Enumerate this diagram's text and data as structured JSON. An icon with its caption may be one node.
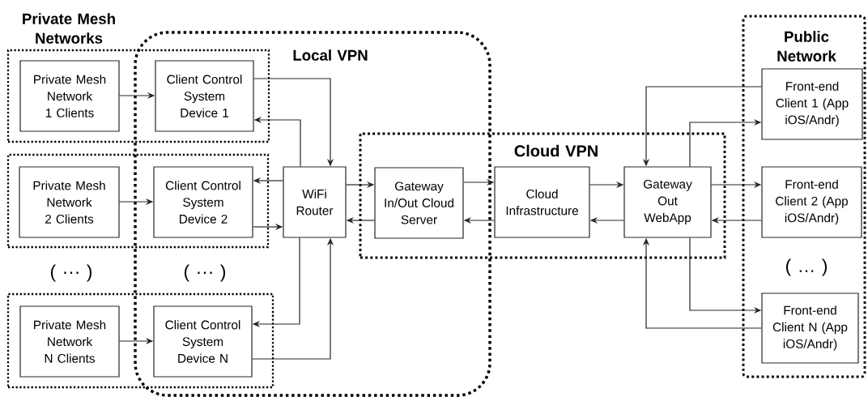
{
  "diagram": {
    "nodes": [
      {
        "text": [
          "Local VPN"
        ]
      },
      {
        "text": [],
        "shape": "box"
      },
      {
        "text": [],
        "shape": "box"
      },
      {
        "text": [],
        "shape": "box"
      },
      {
        "text": [
          "Private Mesh Network 1 Clients"
        ],
        "in": 1
      },
      {
        "text": [
          "Client Control System Device 1"
        ]
      },
      {
        "text": [
          "Private Mesh Network 2 Clients"
        ],
        "in": 2
      },
      {
        "text": [
          "Client Control System Device 2"
        ]
      },
      {
        "text": [
          "Private Mesh Network N Clients"
        ],
        "in": 3
      },
      {
        "text": [
          "Client Control System Device N"
        ]
      },
      {
        "text": [
          "WiFi Router"
        ],
        "in": 0
      },
      {
        "text": [
          "Cloud VPN"
        ]
      },
      {
        "text": [
          "Gateway In/Out Cloud Server"
        ]
      },
      {
        "text": [
          "Cloud Infrastructure"
        ],
        "in": 11
      },
      {
        "text": [
          "Gateway Out WebApp"
        ],
        "in": 11
      },
      {
        "text": [
          "Public Network"
        ]
      },
      {
        "text": [
          "Front-end Client 1 (App iOS/Andr)"
        ],
        "in": 15
      },
      {
        "text": [
          "Front-end Client 2 (App iOS/Andr)"
        ],
        "in": 15
      },
      {
        "text": [
          "Front-end Client N (App iOS/Andr)"
        ],
        "in": 15
      }
    ],
    "edges": [
      {
        "from": 4,
        "to": 5,
        "arrow": "to"
      },
      {
        "from": 6,
        "to": 7,
        "arrow": "to"
      },
      {
        "from": 8,
        "to": 9,
        "arrow": "to"
      },
      {
        "from": 5,
        "to": 10,
        "arrow": "to"
      },
      {
        "from": 10,
        "to": 5,
        "arrow": "to"
      },
      {
        "from": 10,
        "to": 7,
        "arrow": "to"
      },
      {
        "from": 7,
        "to": 10,
        "arrow": "to"
      },
      {
        "from": 10,
        "to": 9,
        "arrow": "to"
      },
      {
        "from": 9,
        "to": 10,
        "arrow": "to"
      },
      {
        "from": 10,
        "to": 12,
        "arrow": "to"
      },
      {
        "from": 12,
        "to": 10,
        "arrow": "to"
      },
      {
        "from": 12,
        "to": 13,
        "arrow": "to"
      },
      {
        "from": 13,
        "to": 12,
        "arrow": "to"
      },
      {
        "from": 13,
        "to": 14,
        "arrow": "to"
      },
      {
        "from": 14,
        "to": 13,
        "arrow": "to"
      },
      {
        "from": 16,
        "to": 14,
        "arrow": "to"
      },
      {
        "from": 14,
        "to": 16,
        "arrow": "to"
      },
      {
        "from": 14,
        "to": 17,
        "arrow": "to"
      },
      {
        "from": 17,
        "to": 14,
        "arrow": "to"
      },
      {
        "from": 14,
        "to": 18,
        "arrow": "to"
      },
      {
        "from": 18,
        "to": 14,
        "arrow": "to"
      }
    ],
    "labels": [
      "Private Mesh Networks",
      "( ··· )",
      "( ··· )",
      "( … )"
    ]
  }
}
